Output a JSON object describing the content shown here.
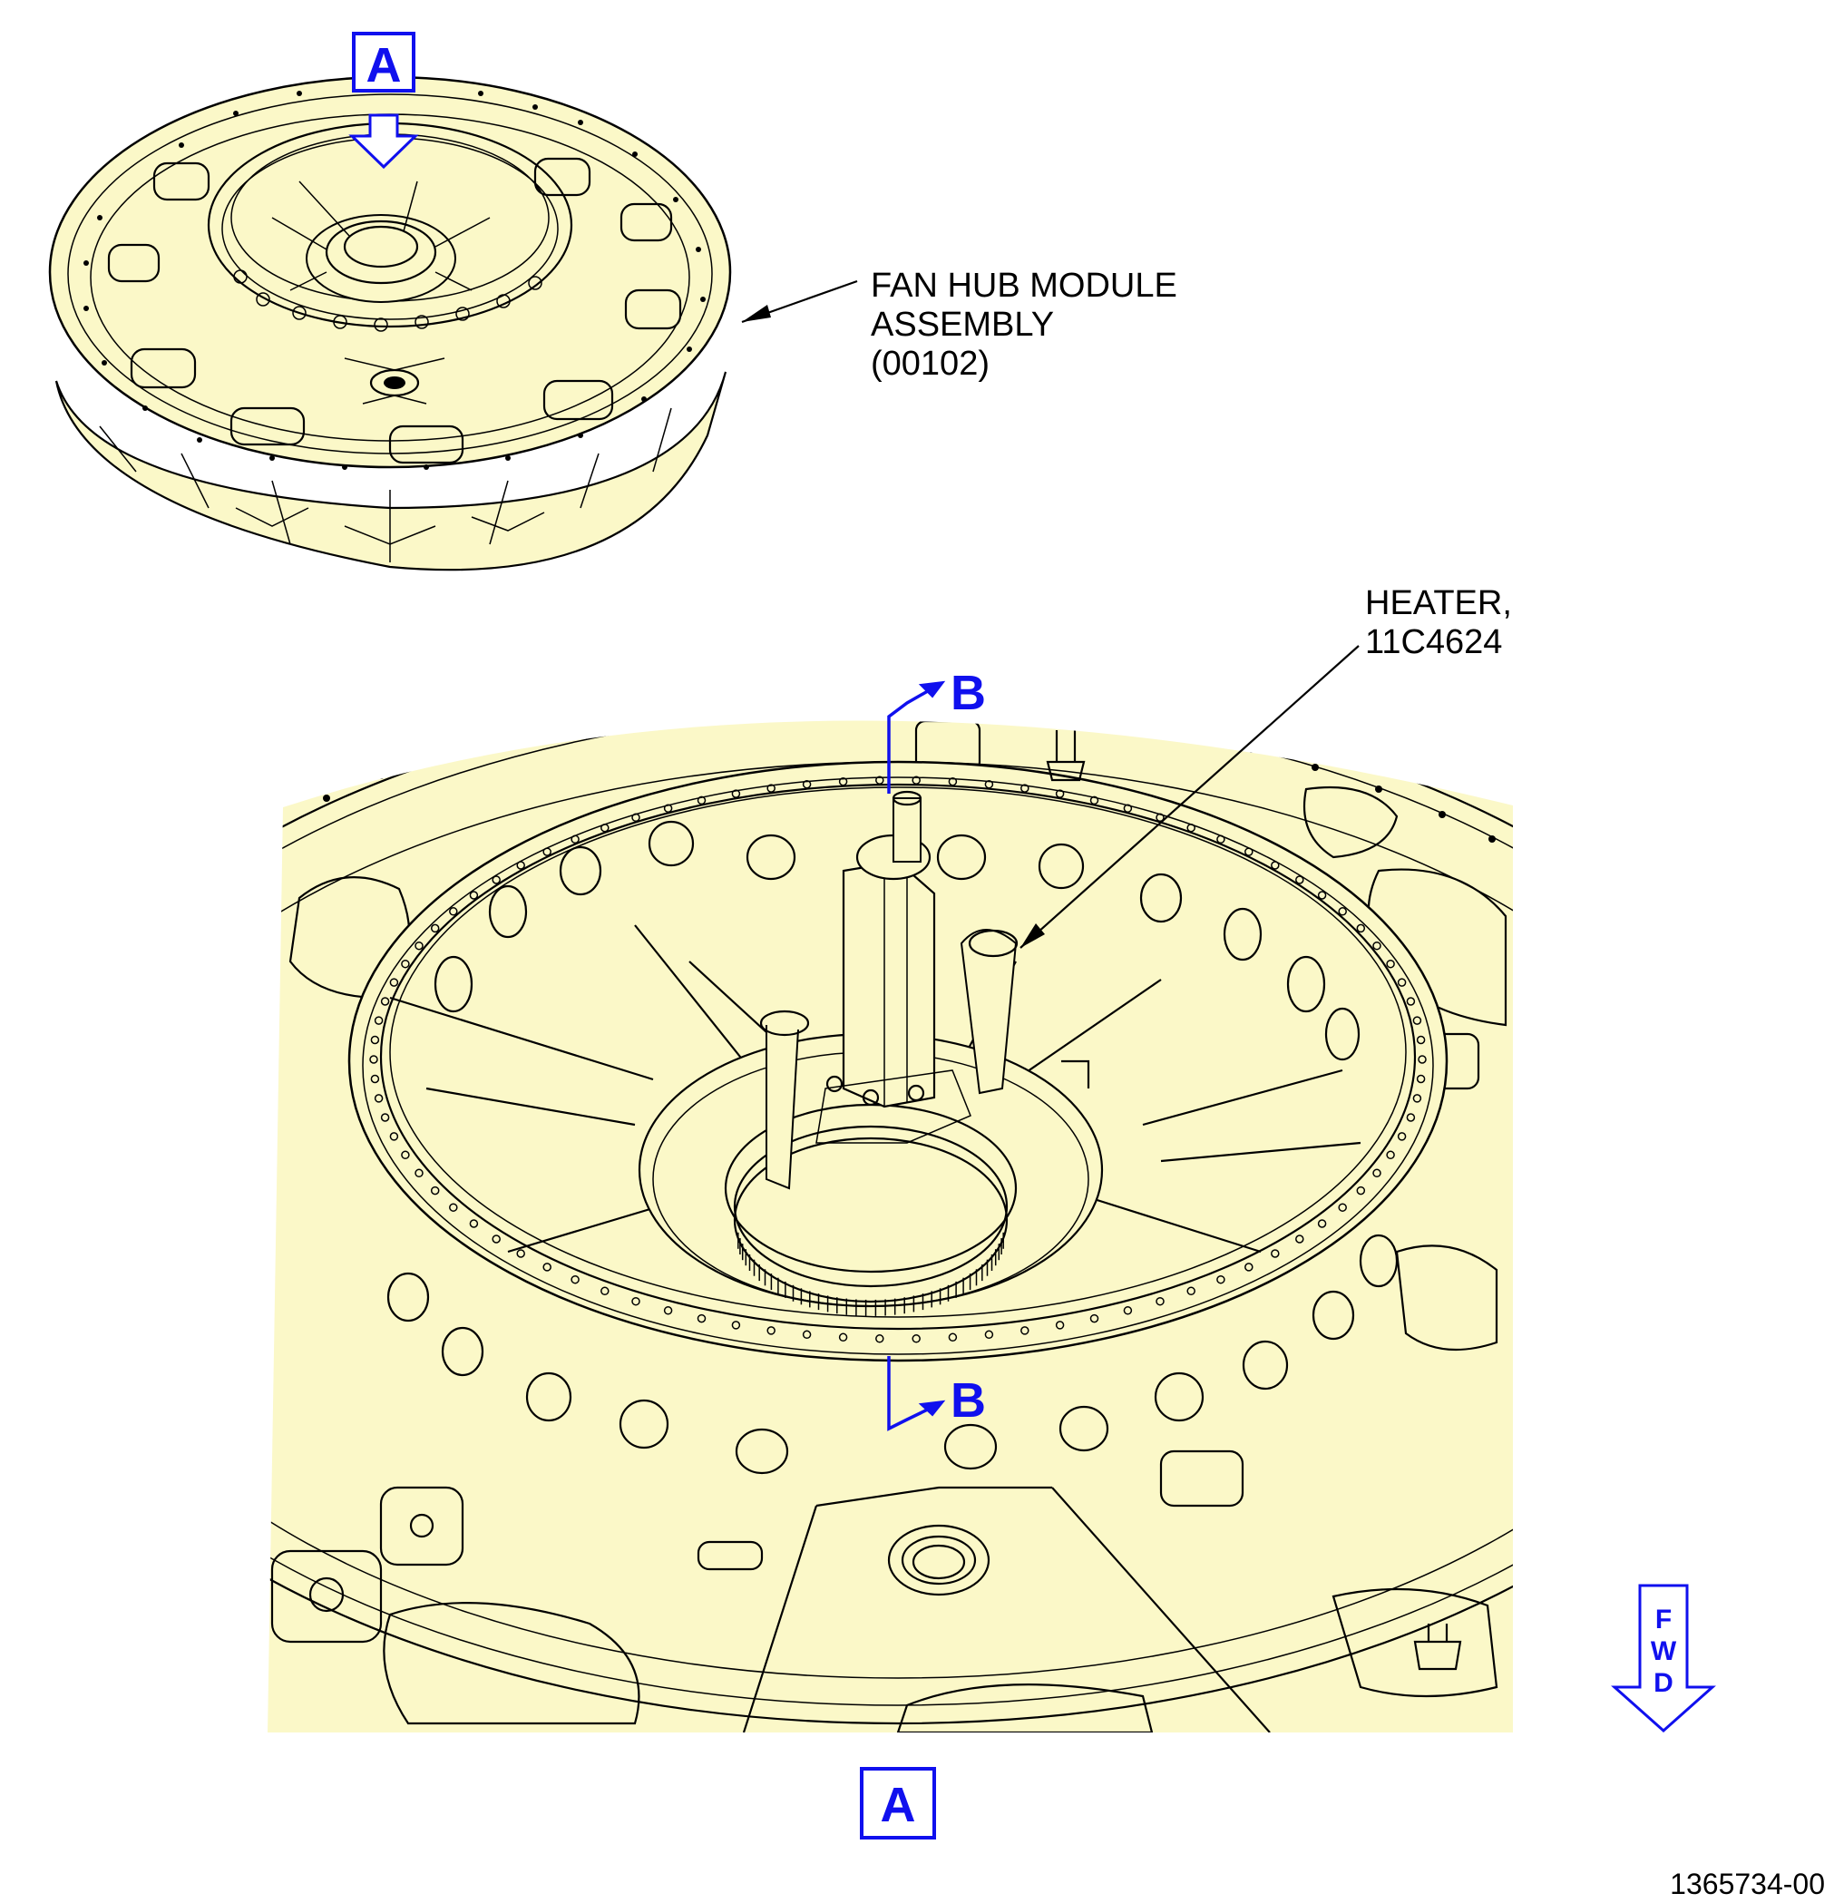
{
  "view_label_top": "A",
  "view_label_bottom": "A",
  "section_label_top": "B",
  "section_label_bottom": "B",
  "callouts": {
    "fan_hub": [
      "FAN HUB MODULE",
      "ASSEMBLY",
      "(00102)"
    ],
    "heater": [
      "HEATER,",
      "11C4624"
    ]
  },
  "fwd_letters": [
    "F",
    "W",
    "D"
  ],
  "figure_number": "1365734-00",
  "colors": {
    "part_fill": "#fbf8c8",
    "line": "#000000",
    "annotation_blue": "#1010ee"
  }
}
